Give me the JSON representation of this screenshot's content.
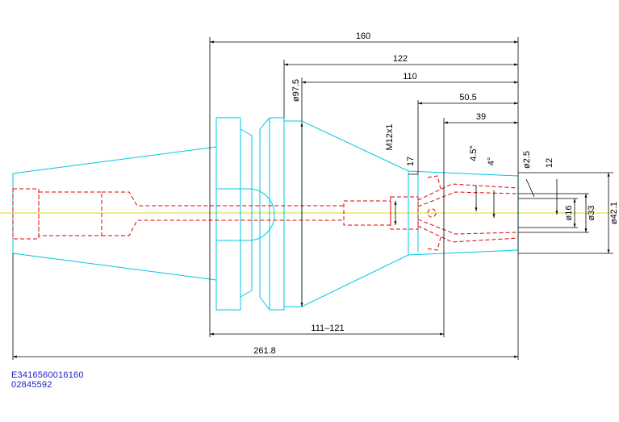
{
  "colors": {
    "outline": "#00c8e0",
    "hidden": "#e00000",
    "centerline": "#e6d800",
    "dimension": "#000000",
    "code_text": "#2020c8",
    "background": "#ffffff"
  },
  "dimensions": {
    "overall_160": "160",
    "length_122": "122",
    "length_110": "110",
    "length_50_5": "50.5",
    "length_39": "39",
    "thread": "M12x1",
    "diameter_97_5": "ø97.5",
    "length_17": "17",
    "angle_4_5": "4.5°",
    "angle_4": "4°",
    "diameter_2_5": "ø2.5",
    "length_12": "12",
    "diameter_16": "ø16",
    "diameter_33": "ø33",
    "diameter_42_1": "ø42.1",
    "range_111_121": "111–121",
    "overall_261_8": "261.8"
  },
  "part_codes": {
    "line1": "E3416560016160",
    "line2": "02845592"
  }
}
